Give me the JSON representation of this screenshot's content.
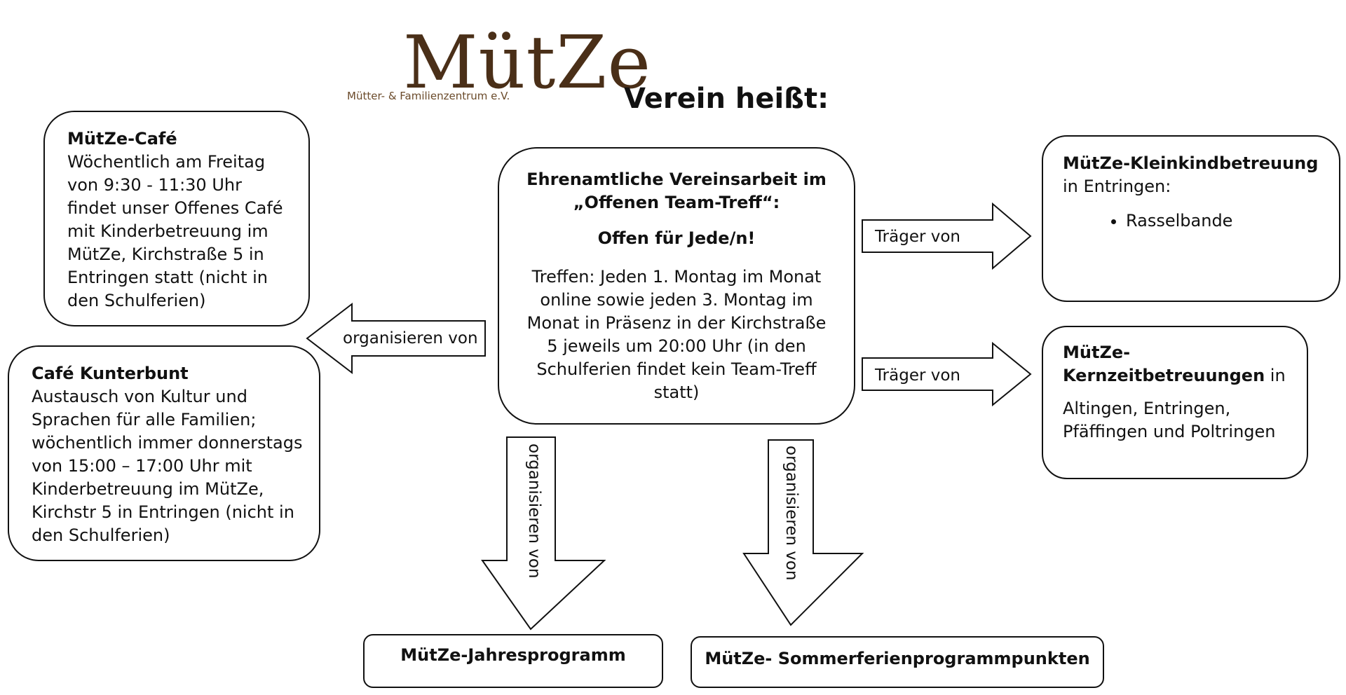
{
  "logo": {
    "word": "MütZe",
    "subtitle": "Mütter- & Familienzentrum e.V."
  },
  "heading": "Verein heißt:",
  "center_box": {
    "title": "Ehrenamtliche Vereinsarbeit im „Offenen Team-Treff“:",
    "subtitle": "Offen für Jede/n!",
    "body": "Treffen: Jeden 1. Montag im Monat online sowie jeden 3. Montag im Monat in Präsenz in der Kirchstraße 5 jeweils um 20:00 Uhr (in den Schulferien findet kein Team-Treff statt)"
  },
  "cafe_box": {
    "title": "MütZe-Café",
    "body": "Wöchentlich am Freitag von 9:30 - 11:30 Uhr findet unser Offenes Café mit Kinderbetreuung im MütZe, Kirchstraße 5 in Entringen statt (nicht in den Schulferien)"
  },
  "kunterbunt_box": {
    "title": "Café Kunterbunt",
    "body": "Austausch von Kultur und Sprachen für alle Familien; wöchentlich immer donnerstags von 15:00 – 17:00 Uhr mit Kinderbetreuung im MütZe, Kirchstr 5 in Entringen (nicht in den Schulferien)"
  },
  "klein_box": {
    "title": "MütZe-Kleinkindbetreuung",
    "after_title": " in Entringen:",
    "items": [
      "Rasselbande"
    ]
  },
  "kern_box": {
    "title": "MütZe-Kernzeitbetreuungen",
    "after_title": " in",
    "body": "Altingen, Entringen, Pfäffingen und Poltringen"
  },
  "jahres_box": {
    "label": "MütZe-Jahresprogramm"
  },
  "sommer_box": {
    "label": "MütZe- Sommerferienprogrammpunkten"
  },
  "arrows": {
    "left": "organisieren von",
    "right_top": "Träger von",
    "right_bottom": "Träger von",
    "down_left": "organisieren von",
    "down_right": "organisieren von"
  }
}
